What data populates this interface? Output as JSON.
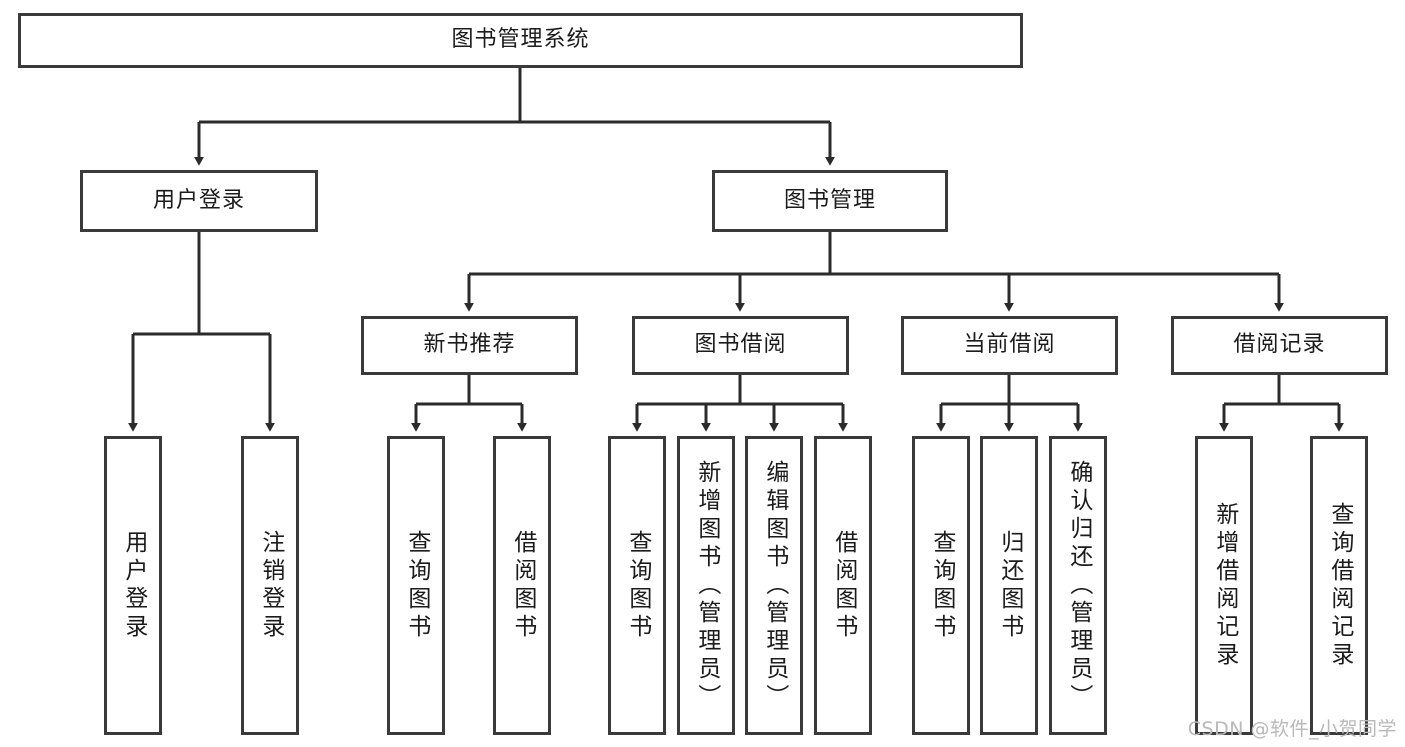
{
  "diagram": {
    "title": "图书管理系统",
    "type": "tree-hierarchy-diagram",
    "colors": {
      "box_border": "#3a3a3a",
      "box_fill": "#ffffff",
      "edge": "#2b2b2b",
      "text": "#1b1b1b",
      "watermark": "#b9b9b9",
      "background": "#ffffff"
    }
  },
  "root": {
    "label": "图书管理系统"
  },
  "level2": [
    {
      "label": "用户登录"
    },
    {
      "label": "图书管理"
    }
  ],
  "level3": [
    {
      "label": "新书推荐"
    },
    {
      "label": "图书借阅"
    },
    {
      "label": "当前借阅"
    },
    {
      "label": "借阅记录"
    }
  ],
  "leaves": {
    "user_login": [
      {
        "label": "用户登录"
      },
      {
        "label": "注销登录"
      }
    ],
    "new_book_recommend": [
      {
        "label": "查询图书"
      },
      {
        "label": "借阅图书"
      }
    ],
    "book_borrow": [
      {
        "label": "查询图书"
      },
      {
        "label": "新增图书（管理员）"
      },
      {
        "label": "编辑图书（管理员）"
      },
      {
        "label": "借阅图书"
      }
    ],
    "current_borrow": [
      {
        "label": "查询图书"
      },
      {
        "label": "归还图书"
      },
      {
        "label": "确认归还（管理员）"
      }
    ],
    "borrow_record": [
      {
        "label": "新增借阅记录"
      },
      {
        "label": "查询借阅记录"
      }
    ]
  },
  "watermark": {
    "text": "CSDN @软件_小贺同学"
  }
}
